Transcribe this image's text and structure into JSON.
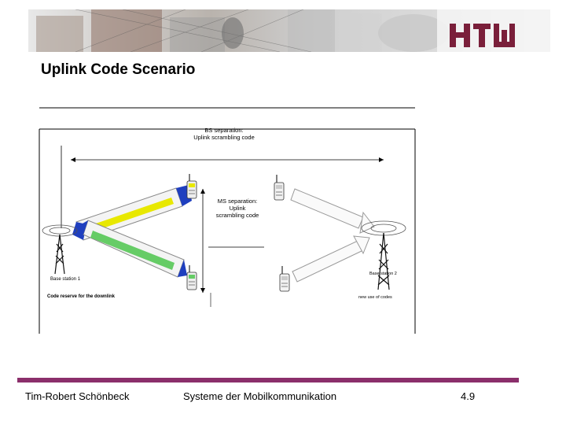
{
  "slide": {
    "title": "Uplink Code Scenario",
    "logo_text": "HTW"
  },
  "diagram": {
    "label_bs_separation": "BS separation:",
    "label_bs_code": "Uplink scrambling code",
    "label_ms_separation_1": "MS separation:",
    "label_ms_separation_2": "Uplink",
    "label_ms_separation_3": "scrambling code",
    "label_bs1": "Base station 1",
    "label_bs1_note": "Code reserve for the downlink",
    "label_bs2": "Base station 2",
    "label_bs2_note": "new use of codes"
  },
  "footer": {
    "author": "Tim-Robert Schönbeck",
    "course": "Systeme der Mobilkommunikation",
    "page": "4.9"
  },
  "colors": {
    "accent": "#8b2f6b",
    "yellow_beam": "#e8e800",
    "green_beam": "#66cc66",
    "blue_phone": "#1f3fbf"
  }
}
